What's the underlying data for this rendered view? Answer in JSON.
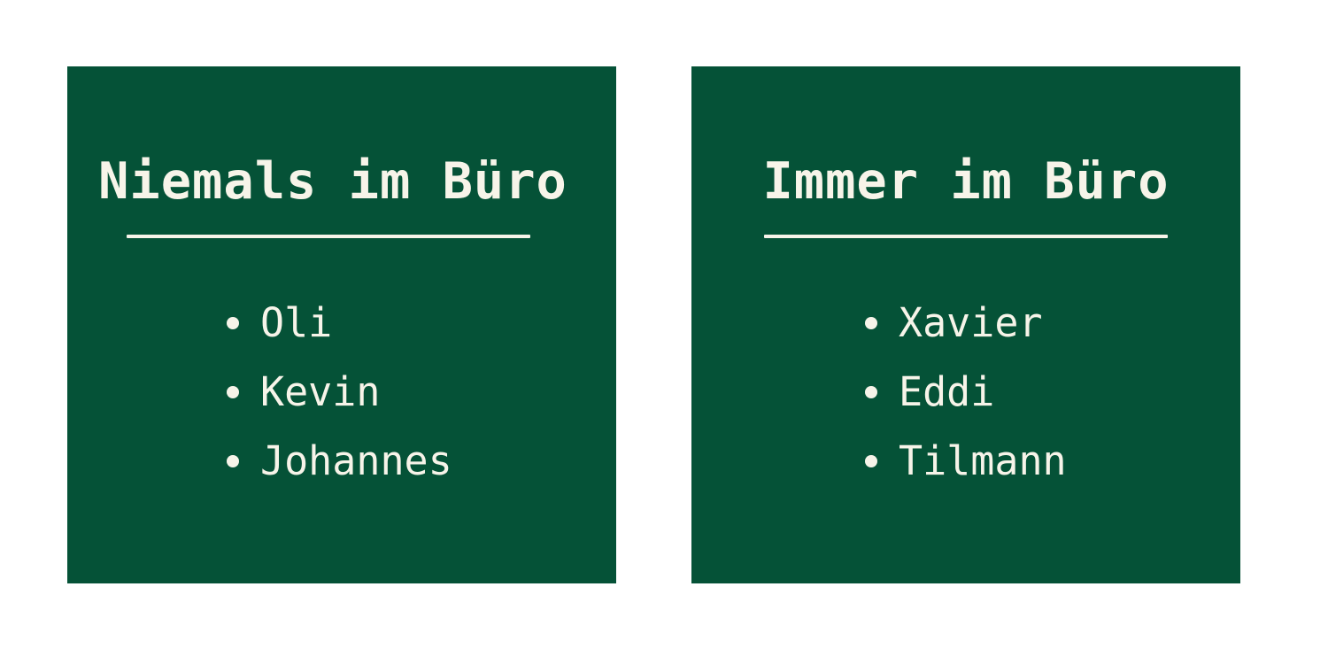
{
  "colors": {
    "background": "#ffffff",
    "panel": "#055237",
    "text": "#f7f4e9"
  },
  "panels": [
    {
      "title": "Niemals im Büro",
      "names": [
        "Oli",
        "Kevin",
        "Johannes"
      ]
    },
    {
      "title": "Immer im Büro",
      "names": [
        "Xavier",
        "Eddi",
        "Tilmann"
      ]
    }
  ]
}
